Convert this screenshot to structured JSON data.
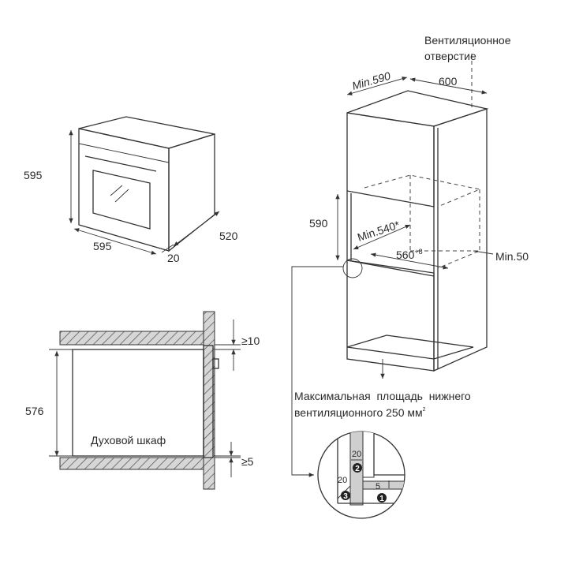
{
  "oven": {
    "height": "595",
    "width": "595",
    "depth": "520",
    "door": "20"
  },
  "section": {
    "height": "576",
    "label": "Духовой шкаф",
    "gap_top": "≥10",
    "gap_bottom": "≥5"
  },
  "cabinet": {
    "vent_label_line1": "Вентиляционное",
    "vent_label_line2": "отверстие",
    "min_depth": "Min.590",
    "width": "600",
    "height": "590",
    "min_inner_depth": "Min.540*",
    "inner_width": "560",
    "inner_width_tol": "+8",
    "min_gap": "Min.50",
    "bottom_note_line1": "Максимальная  площадь  нижнего",
    "bottom_note_line2": "вентиляционного 250 мм",
    "bottom_note_sup": "2"
  },
  "detail": {
    "dim_a": "20",
    "dim_b": "20",
    "dim_c": "5",
    "marker_1": "1",
    "marker_2": "2",
    "marker_3": "3"
  }
}
